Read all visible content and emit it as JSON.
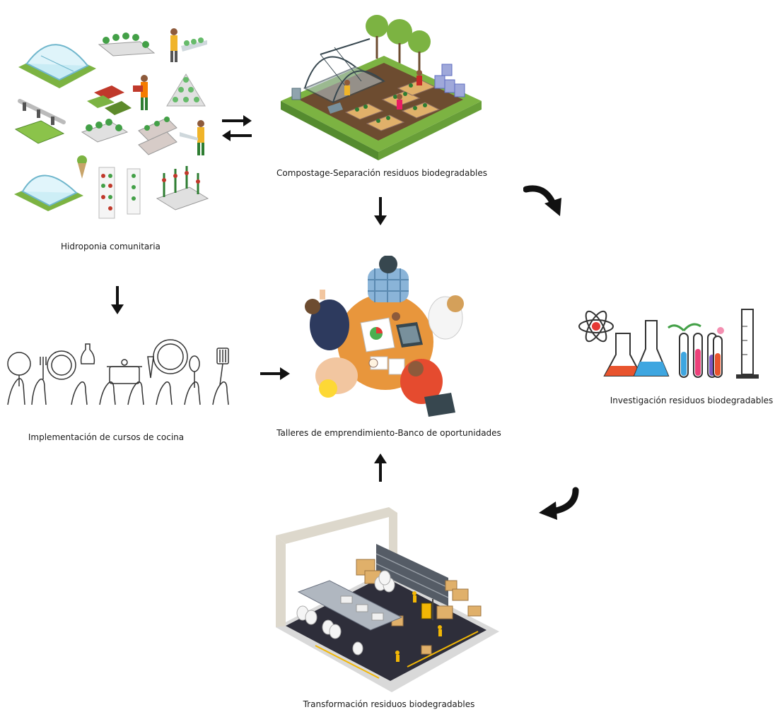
{
  "nodes": {
    "hydroponics": {
      "label": "Hidroponia comunitaria"
    },
    "compost": {
      "label": "Compostage-Separación residuos biodegradables"
    },
    "workshops": {
      "label": "Talleres de emprendimiento-Banco de oportunidades"
    },
    "research": {
      "label": "Investigación residuos biodegradables"
    },
    "cooking": {
      "label": "Implementación de cursos de cocina"
    },
    "transformation": {
      "label": "Transformación residuos biodegradables"
    }
  },
  "colors": {
    "arrow": "#111111",
    "grass": "#7cb342",
    "soil": "#6d4c30",
    "table_orange": "#e8963c",
    "flask_red": "#e8542e",
    "flask_blue": "#3ea6e0",
    "factory_floor": "#2e2e3a"
  },
  "icons": [
    "hydroponic-farm-icon",
    "compost-garden-icon",
    "business-meeting-icon",
    "laboratory-flasks-icon",
    "cooking-utensils-icon",
    "factory-icon"
  ]
}
